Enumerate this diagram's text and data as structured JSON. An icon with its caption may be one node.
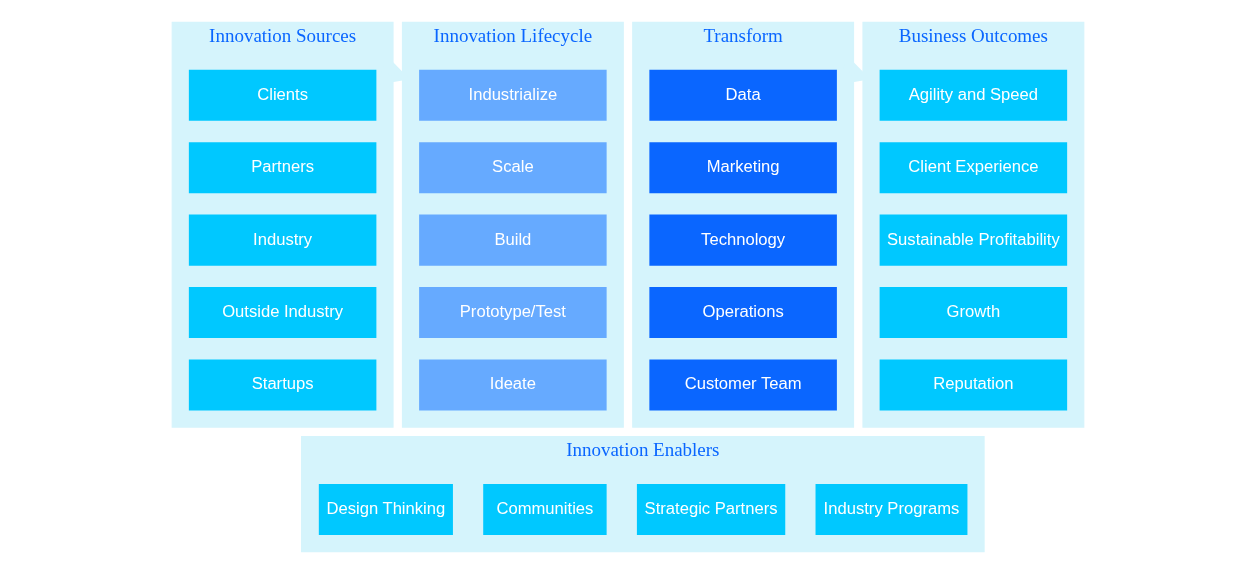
{
  "diagram": {
    "nodes": [
      {
        "text": [
          "Innovation Sources"
        ]
      },
      {
        "text": [
          "Clients"
        ],
        "in": 0
      },
      {
        "text": [
          "Partners"
        ],
        "in": 0
      },
      {
        "text": [
          "Industry"
        ],
        "in": 0
      },
      {
        "text": [
          "Outside Industry"
        ],
        "in": 0
      },
      {
        "text": [
          "Startups"
        ],
        "in": 0
      },
      {
        "text": [
          "Innovation Lifecycle"
        ]
      },
      {
        "text": [
          "Industrialize"
        ],
        "in": 6
      },
      {
        "text": [
          "Scale"
        ],
        "in": 6
      },
      {
        "text": [
          "Build"
        ],
        "in": 6
      },
      {
        "text": [
          "Prototype/Test"
        ],
        "in": 6
      },
      {
        "text": [
          "Ideate"
        ],
        "in": 6
      },
      {
        "text": [
          "Transform"
        ]
      },
      {
        "text": [
          "Data"
        ],
        "in": 12
      },
      {
        "text": [
          "Marketing"
        ],
        "in": 12
      },
      {
        "text": [
          "Technology"
        ],
        "in": 12
      },
      {
        "text": [
          "Operations"
        ],
        "in": 12
      },
      {
        "text": [
          "Customer Team"
        ],
        "in": 12
      },
      {
        "text": [
          "Business Outcomes"
        ]
      },
      {
        "text": [
          "Agility and Speed"
        ],
        "in": 18
      },
      {
        "text": [
          "Client Experience"
        ],
        "in": 18
      },
      {
        "text": [
          "Sustainable Profitability"
        ],
        "in": 18
      },
      {
        "text": [
          "Growth"
        ],
        "in": 18
      },
      {
        "text": [
          "Reputation"
        ],
        "in": 18
      },
      {
        "text": [
          "Innovation Enablers"
        ]
      },
      {
        "text": [
          "Communities"
        ],
        "in": 24
      },
      {
        "text": [
          "Design Thinking"
        ],
        "in": 24
      },
      {
        "text": [
          "Industry Programs"
        ],
        "in": 24
      },
      {
        "text": [
          "Strategic Partners"
        ],
        "in": 24
      }
    ],
    "edges": [
      {
        "from": 0,
        "to": 6,
        "arrow": "to"
      },
      {
        "from": 12,
        "to": 18,
        "arrow": "to"
      }
    ]
  }
}
